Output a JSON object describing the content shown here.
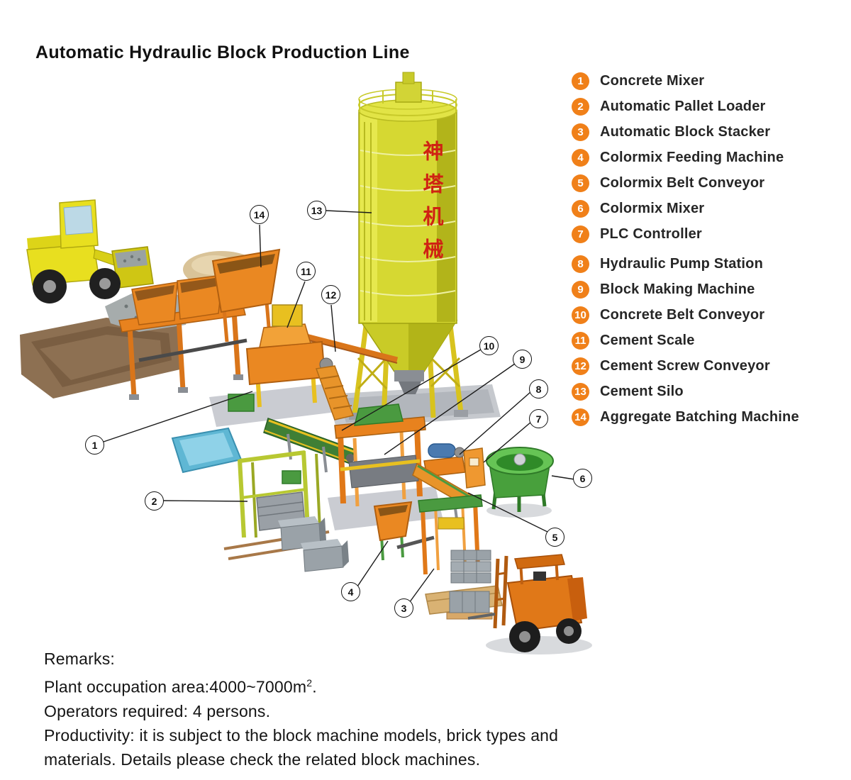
{
  "title": "Automatic Hydraulic Block Production Line",
  "legend": {
    "items": [
      {
        "number": "1",
        "label": "Concrete Mixer"
      },
      {
        "number": "2",
        "label": "Automatic Pallet Loader"
      },
      {
        "number": "3",
        "label": "Automatic Block Stacker"
      },
      {
        "number": "4",
        "label": "Colormix Feeding Machine"
      },
      {
        "number": "5",
        "label": "Colormix Belt Conveyor"
      },
      {
        "number": "6",
        "label": "Colormix Mixer"
      },
      {
        "number": "7",
        "label": "PLC Controller"
      },
      {
        "number": "8",
        "label": "Hydraulic Pump Station"
      },
      {
        "number": "9",
        "label": "Block Making Machine"
      },
      {
        "number": "10",
        "label": "Concrete Belt Conveyor"
      },
      {
        "number": "11",
        "label": "Cement Scale"
      },
      {
        "number": "12",
        "label": "Cement Screw Conveyor"
      },
      {
        "number": "13",
        "label": "Cement Silo"
      },
      {
        "number": "14",
        "label": "Aggregate Batching Machine"
      }
    ]
  },
  "diagram": {
    "silo_text": "神塔机械"
  },
  "remarks": {
    "heading": "Remarks:",
    "occupation_pre": "Plant occupation area:4000~7000m",
    "occupation_sup": "2",
    "occupation_post": ".",
    "operators": "Operators required: 4 persons.",
    "productivity_line1": "Productivity: it is subject to the block machine models, brick types and",
    "productivity_line2": "materials. Details please check the related block machines."
  },
  "colors": {
    "legend_badge": "#F08019",
    "machine_orange": "#E8821E",
    "silo_yellow": "#D6D832",
    "mixer_green": "#48A03C",
    "silo_text_red": "#CF2213"
  }
}
